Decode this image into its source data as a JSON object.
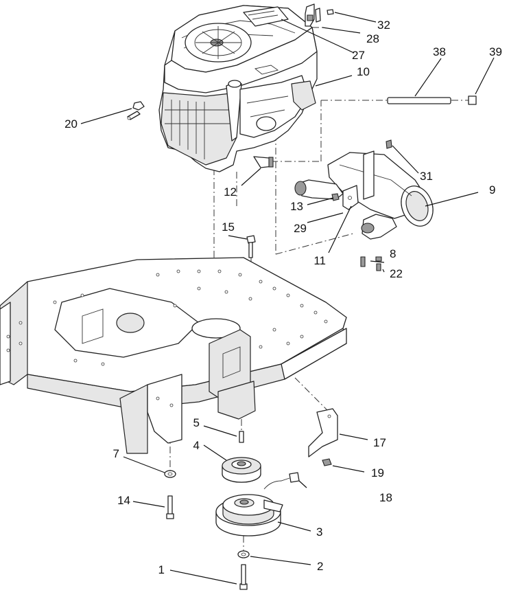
{
  "callouts": [
    {
      "id": "c1",
      "label": "1"
    },
    {
      "id": "c2",
      "label": "2"
    },
    {
      "id": "c3",
      "label": "3"
    },
    {
      "id": "c4",
      "label": "4"
    },
    {
      "id": "c5",
      "label": "5"
    },
    {
      "id": "c7",
      "label": "7"
    },
    {
      "id": "c8",
      "label": "8"
    },
    {
      "id": "c9",
      "label": "9"
    },
    {
      "id": "c10",
      "label": "10"
    },
    {
      "id": "c11",
      "label": "11"
    },
    {
      "id": "c12",
      "label": "12"
    },
    {
      "id": "c13",
      "label": "13"
    },
    {
      "id": "c14",
      "label": "14"
    },
    {
      "id": "c15",
      "label": "15"
    },
    {
      "id": "c17",
      "label": "17"
    },
    {
      "id": "c18",
      "label": "18"
    },
    {
      "id": "c19",
      "label": "19"
    },
    {
      "id": "c20",
      "label": "20"
    },
    {
      "id": "c22",
      "label": "22"
    },
    {
      "id": "c27",
      "label": "27"
    },
    {
      "id": "c28",
      "label": "28"
    },
    {
      "id": "c29",
      "label": "29"
    },
    {
      "id": "c31",
      "label": "31"
    },
    {
      "id": "c32",
      "label": "32"
    },
    {
      "id": "c38",
      "label": "38"
    },
    {
      "id": "c39",
      "label": "39"
    }
  ]
}
